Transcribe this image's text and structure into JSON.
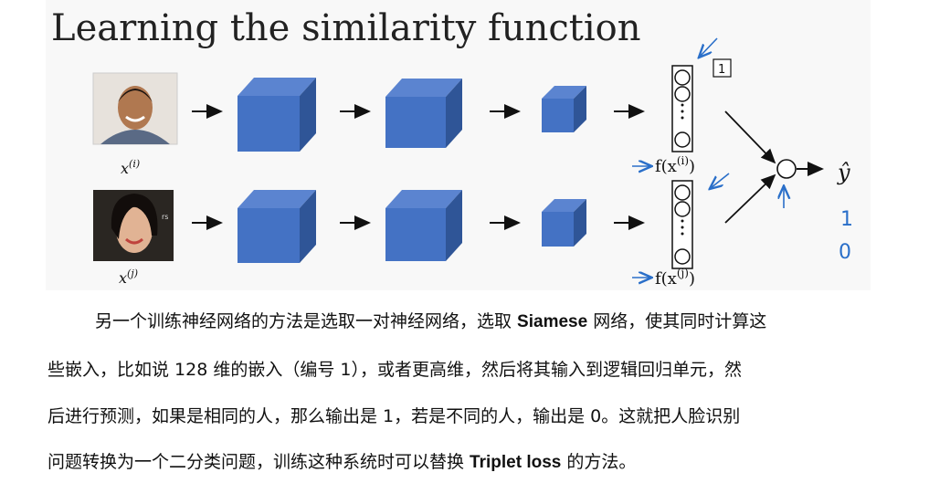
{
  "slide": {
    "title": "Learning the similarity function",
    "input_label_top": "x(i)",
    "input_label_bottom": "x(j)",
    "embedding_label_top": "f(x(i))",
    "embedding_label_bottom": "f(x(j))",
    "annotation_number": "1",
    "output_label": "ŷ",
    "output_value_one": "1",
    "output_value_zero": "0",
    "photo_watermark": "rs"
  },
  "body_text": {
    "line1_a": "另一个训练神经网络的方法是选取一对神经网络，选取 ",
    "line1_bold": "Siamese",
    "line1_b": " 网络，使其同时计算这",
    "line2": "些嵌入，比如说 128 维的嵌入（编号 1），或者更高维，然后将其输入到逻辑回归单元，然",
    "line3": "后进行预测，如果是相同的人，那么输出是 1，若是不同的人，输出是 0。这就把人脸识别",
    "line4_a": "问题转换为一个二分类问题，训练这种系统时可以替换 ",
    "line4_bold": "Triplet loss",
    "line4_b": " 的方法。"
  },
  "colors": {
    "cube_front": "#4472c4",
    "cube_top": "#5b84d0",
    "cube_side": "#2f5597",
    "annotation_blue": "#2a6fc9"
  }
}
